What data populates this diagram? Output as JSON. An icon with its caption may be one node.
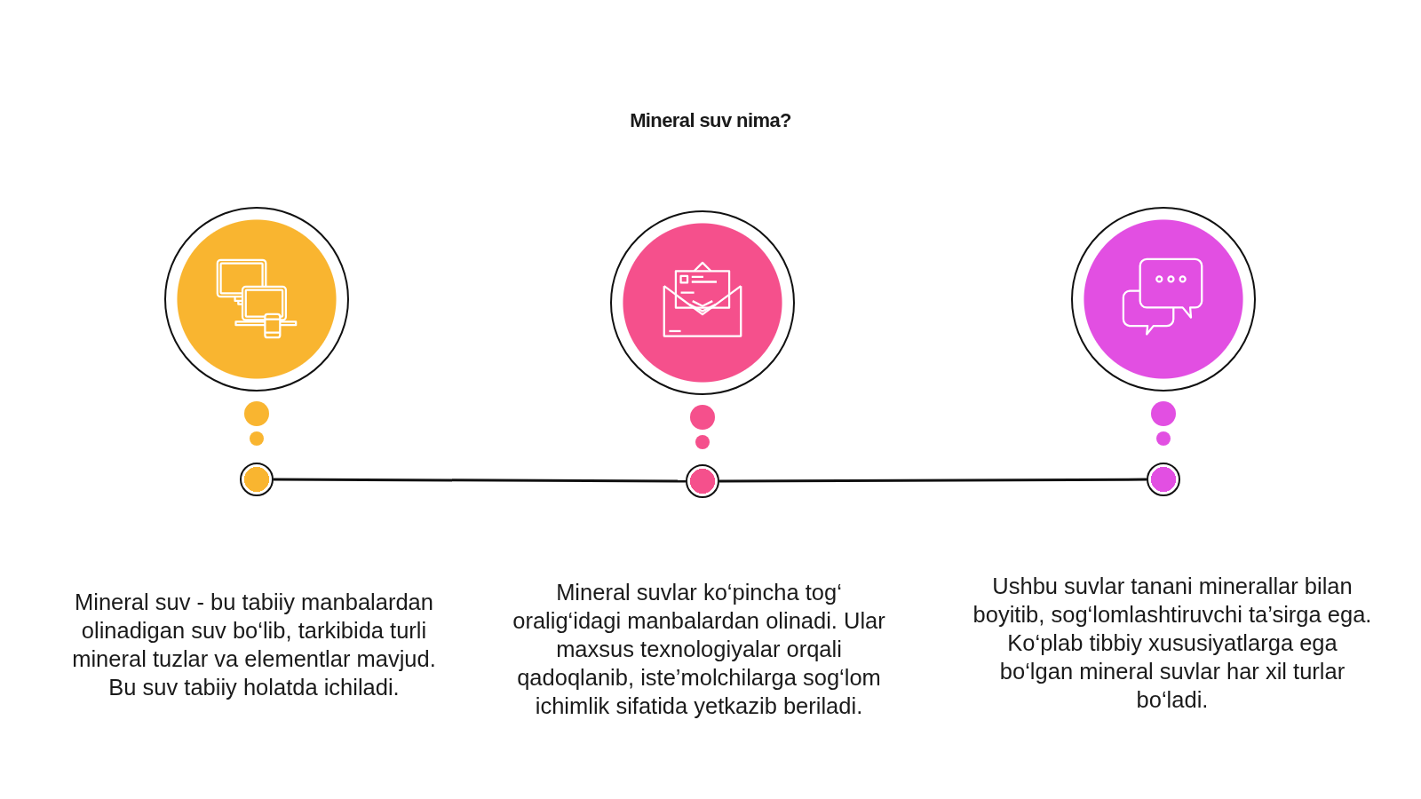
{
  "diagram": {
    "title": "Mineral suv nima?",
    "nodes": [
      {
        "text": [],
        "shape": "circle"
      },
      {
        "text": [],
        "shape": "circle"
      },
      {
        "text": [],
        "shape": "circle"
      },
      {
        "text": [],
        "shape": "circle"
      },
      {
        "text": [],
        "shape": "circle"
      },
      {
        "text": [],
        "shape": "circle"
      }
    ],
    "edges": [
      {
        "from": 3,
        "to": 4,
        "arrow": "none"
      },
      {
        "from": 4,
        "to": 5,
        "arrow": "none"
      }
    ],
    "labels": [
      "Mineral suv - bu tabiiy manbalardan olinadigan suv bo‘lib, tarkibida turli mineral tuzlar va elementlar mavjud. Bu suv tabiiy holatda ichiladi.",
      "Mineral suvlar ko‘pincha tog‘ oralig‘idagi manbalardan olinadi. Ular maxsus texnologiyalar orqali qadoqlanib, iste’molchilarga sog‘lom ichimlik sifatida yetkazib beriladi.",
      "Ushbu suvlar tanani minerallar bilan boyitib, sog‘lomlashtiruvchi ta’sirga ega. Ko‘plab tibbiy xususiyatlarga ega bo‘lgan mineral suvlar har xil turlar bo‘ladi."
    ]
  }
}
